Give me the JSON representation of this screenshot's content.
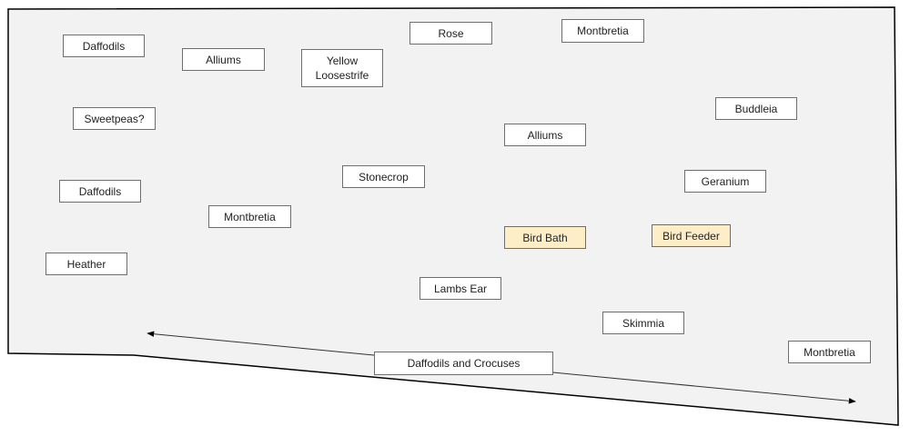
{
  "diagram": {
    "colors": {
      "bed_fill": "#f2f2f2",
      "bed_outline": "#000000",
      "label_fill": "#ffffff",
      "feature_fill": "#fdeec7",
      "label_border": "#6e6e6e"
    },
    "labels": {
      "daffodils_1": "Daffodils",
      "alliums_1": "Alliums",
      "yellow_loosestrife": "Yellow\nLoosestrife",
      "rose": "Rose",
      "montbretia_1": "Montbretia",
      "sweetpeas": "Sweetpeas?",
      "buddleia": "Buddleia",
      "alliums_2": "Alliums",
      "stonecrop": "Stonecrop",
      "geranium": "Geranium",
      "daffodils_2": "Daffodils",
      "montbretia_2": "Montbretia",
      "bird_bath": "Bird Bath",
      "bird_feeder": "Bird Feeder",
      "heather": "Heather",
      "lambs_ear": "Lambs Ear",
      "skimmia": "Skimmia",
      "montbretia_3": "Montbretia",
      "daffodils_crocuses": "Daffodils and Crocuses"
    }
  }
}
